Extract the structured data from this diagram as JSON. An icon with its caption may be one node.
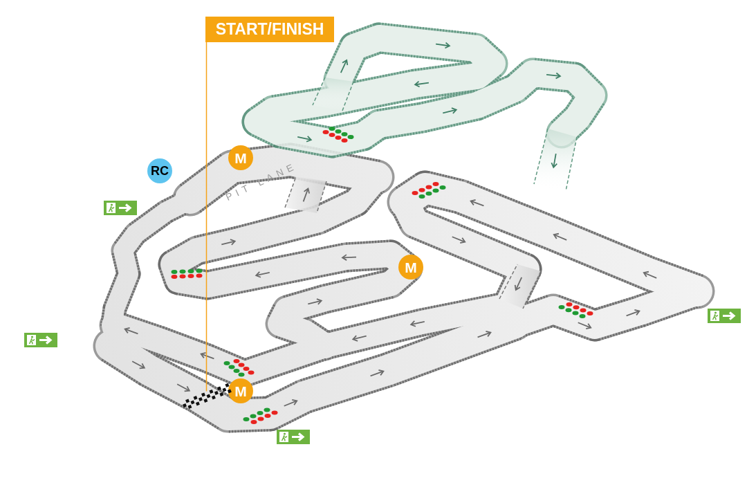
{
  "diagram": {
    "nodes": [
      {
        "text": [
          "START/FINISH"
        ]
      },
      {
        "text": [
          "M"
        ]
      },
      {
        "text": [
          "RC"
        ]
      },
      {
        "text": [
          "M"
        ]
      },
      {
        "text": [
          "M"
        ]
      },
      {
        "text": [],
        "shape": "bar"
      }
    ],
    "edges": [
      {
        "from": 0,
        "to": 5,
        "arrow": "none"
      }
    ],
    "labels": [
      "PIT LANE"
    ]
  }
}
